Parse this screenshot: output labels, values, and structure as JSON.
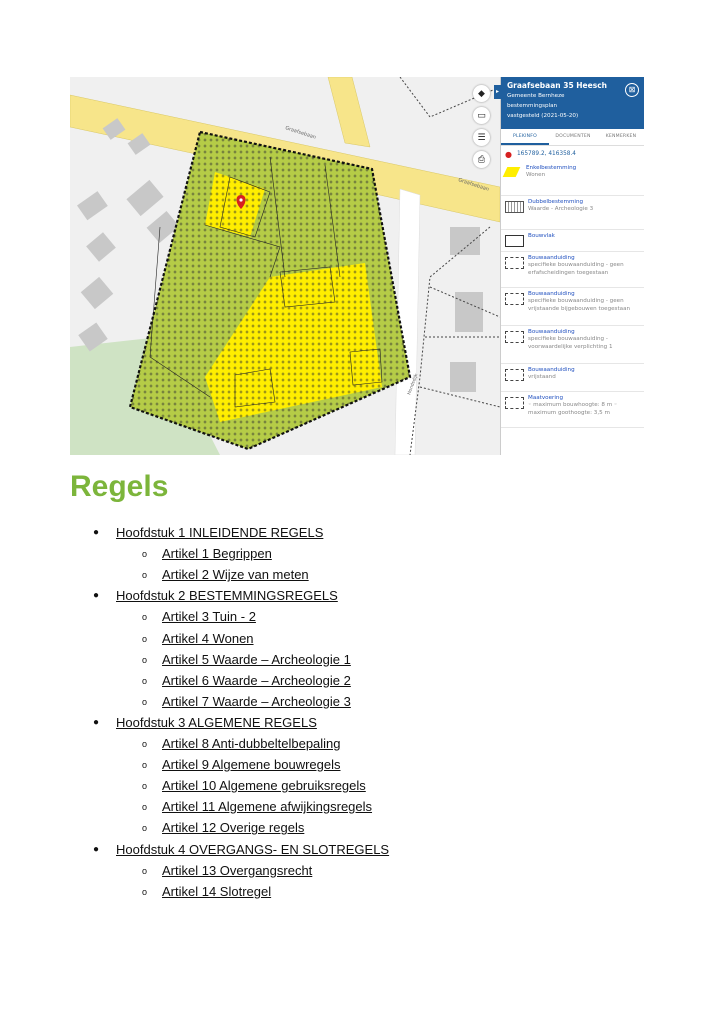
{
  "map": {
    "street_labels": [
      "Graafsebaan",
      "Graafsebaan",
      "Hondsdijk"
    ],
    "tool_icons": [
      "layers-icon",
      "ruler-icon",
      "legend-icon",
      "print-icon"
    ],
    "panel": {
      "title": "Graafsebaan 35 Heesch",
      "subtitle_1": "Gemeente Bernheze",
      "subtitle_2": "bestemmingsplan",
      "subtitle_3": "vastgesteld (2021-05-20)",
      "tabs": [
        {
          "label": "PLEKINFO",
          "active": true
        },
        {
          "label": "DOCUMENTEN",
          "active": false
        },
        {
          "label": "KENMERKEN",
          "active": false
        }
      ],
      "coordinates": "165789.2, 416358.4",
      "legend": [
        {
          "title": "Enkelbestemming",
          "desc": "Wonen",
          "symbol": "yellow-fill"
        },
        {
          "title": "Dubbelbestemming",
          "desc": "Waarde - Archeologie 3",
          "symbol": "cross-hatch"
        },
        {
          "title": "Bouwvlak",
          "desc": "",
          "symbol": "outline"
        },
        {
          "title": "Bouwaanduiding",
          "desc": "specifieke bouwaanduiding - geen erfafscheidingen toegestaan",
          "symbol": "dashed"
        },
        {
          "title": "Bouwaanduiding",
          "desc": "specifieke bouwaanduiding - geen vrijstaande bijgebouwen toegestaan",
          "symbol": "dashed"
        },
        {
          "title": "Bouwaanduiding",
          "desc": "specifieke bouwaanduiding - voorwaardelijke verplichting 1",
          "symbol": "dashed"
        },
        {
          "title": "Bouwaanduiding",
          "desc": "vrijstaand",
          "symbol": "dashed"
        },
        {
          "title": "Maatvoering",
          "desc": "◦ maximum bouwhoogte: 8 m ◦ maximum goothoogte: 3,5 m",
          "symbol": "dashed"
        }
      ],
      "colors": {
        "header": "#1f5f9e",
        "zone_green": "#b5cc47",
        "zone_yellow": "#ffee00",
        "road": "#f7e58a"
      }
    }
  },
  "heading": "Regels",
  "toc": [
    {
      "chapter": "Hoofdstuk 1 INLEIDENDE REGELS",
      "articles": [
        "Artikel 1 Begrippen",
        "Artikel 2 Wijze van meten"
      ]
    },
    {
      "chapter": "Hoofdstuk 2 BESTEMMINGSREGELS",
      "articles": [
        "Artikel 3 Tuin - 2",
        "Artikel 4 Wonen",
        "Artikel 5 Waarde – Archeologie 1",
        "Artikel 6 Waarde – Archeologie 2",
        "Artikel 7 Waarde – Archeologie 3"
      ]
    },
    {
      "chapter": "Hoofdstuk 3 ALGEMENE REGELS",
      "articles": [
        "Artikel 8 Anti-dubbeltelbepaling",
        "Artikel 9 Algemene bouwregels",
        "Artikel 10 Algemene gebruiksregels",
        "Artikel 11 Algemene afwijkingsregels",
        "Artikel 12 Overige regels"
      ]
    },
    {
      "chapter": "Hoofdstuk 4 OVERGANGS- EN SLOTREGELS",
      "articles": [
        "Artikel 13 Overgangsrecht",
        "Artikel 14 Slotregel"
      ]
    }
  ]
}
